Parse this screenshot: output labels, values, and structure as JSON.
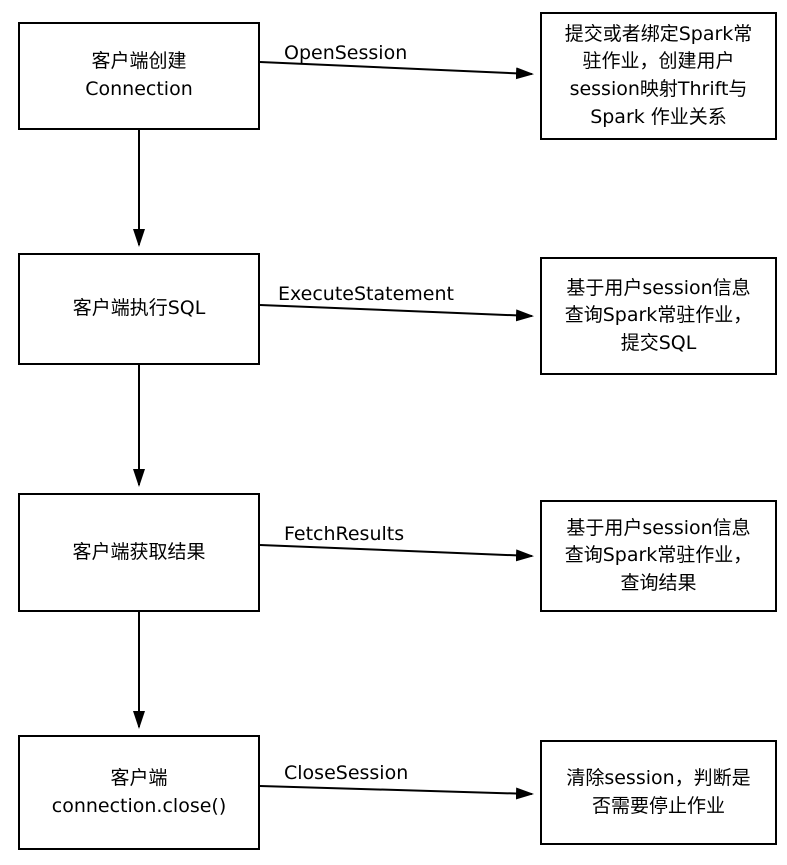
{
  "diagram": {
    "rows": [
      {
        "left_box": "客户端创建\nConnection",
        "arrow_label": "OpenSession",
        "right_box": "提交或者绑定Spark常\n驻作业，创建用户\nsession映射Thrift与\nSpark 作业关系"
      },
      {
        "left_box": "客户端执行SQL",
        "arrow_label": "ExecuteStatement",
        "right_box": "基于用户session信息\n查询Spark常驻作业，\n提交SQL"
      },
      {
        "left_box": "客户端获取结果",
        "arrow_label": "FetchResults",
        "right_box": "基于用户session信息\n查询Spark常驻作业，\n查询结果"
      },
      {
        "left_box": "客户端\nconnection.close()",
        "arrow_label": "CloseSession",
        "right_box": "清除session，判断是\n否需要停止作业"
      }
    ]
  }
}
